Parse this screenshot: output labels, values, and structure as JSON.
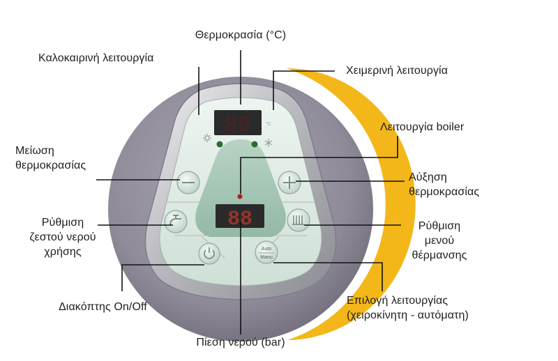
{
  "labels": {
    "temperature": "Θερμοκρασία (°C)",
    "summer_mode": "Καλοκαιρινή λειτουργία",
    "winter_mode": "Χειμερινή λειτουργία",
    "boiler_mode": "Λειτουργία boiler",
    "temp_decrease": [
      "Μείωση",
      "θερμοκρασίας"
    ],
    "temp_increase": [
      "Αύξηση",
      "θερμοκρασίας"
    ],
    "hot_water_setting": [
      "Ρύθμιση",
      "ζεστού νερού",
      "χρήσης"
    ],
    "heating_menu_setting": [
      "Ρύθμιση",
      "μενού",
      "θέρμανσης"
    ],
    "power_switch": "Διακόπτης On/Off",
    "mode_select": [
      "Επιλογή λειτουργίας",
      "(χειροκίνητη - αυτόματη)"
    ],
    "water_pressure": "Πίεση νερού (bar)"
  },
  "panel": {
    "auto_manu_top": "Auto",
    "auto_manu_bottom": "Manu",
    "unit_celsius": "°C",
    "top_display": "88",
    "bottom_display": "88"
  },
  "colors": {
    "accent_arc": "#f3b71a",
    "housing": "#8f8b98",
    "panel_face": "#d9e8e0",
    "center_wedge": "#a9c9b8",
    "display_digits": "#c0392b",
    "led_green": "#2e6b2f"
  },
  "icons": {
    "summer": "sun-icon",
    "winter": "snowflake-icon",
    "minus": "minus-icon",
    "plus": "plus-icon",
    "tap": "tap-icon",
    "radiator": "radiator-icon",
    "power": "power-icon"
  }
}
